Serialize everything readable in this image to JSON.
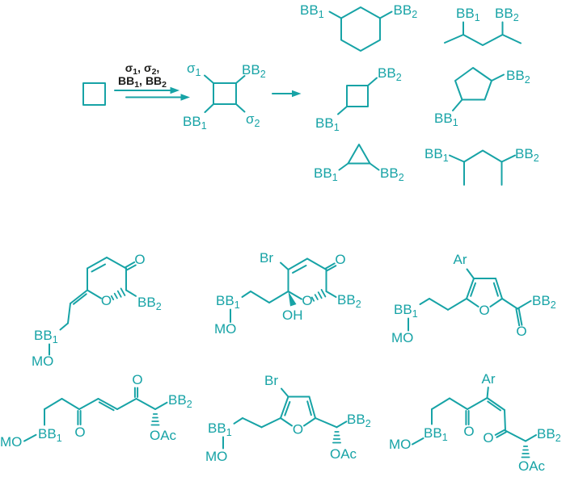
{
  "colors": {
    "structure": "#17a3a6",
    "reagent": "#1d1d1b",
    "background": "#ffffff"
  },
  "labels": {
    "bb1": {
      "base": "BB",
      "sub": "1"
    },
    "bb2": {
      "base": "BB",
      "sub": "2"
    },
    "sigma1": {
      "base": "σ",
      "sub": "1"
    },
    "sigma2": {
      "base": "σ",
      "sub": "2"
    },
    "comma": ",",
    "o": "O",
    "oh": "OH",
    "oac": "OAc",
    "br": "Br",
    "ar": "Ar",
    "mo": "MO"
  }
}
